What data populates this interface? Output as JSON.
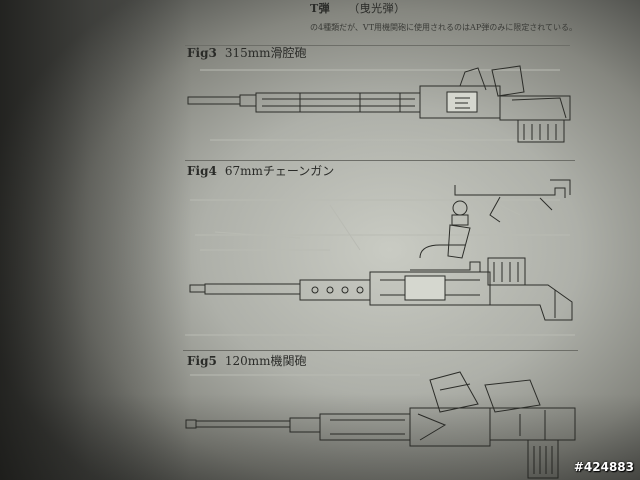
{
  "header": {
    "title": "T弾",
    "subtitle": "（曳光弾）",
    "note": "の4種類だが、VT用機関砲に使用されるのはAP弾のみに限定されている。"
  },
  "figures": [
    {
      "number": "Fig3",
      "caption": "315mm滑腔砲"
    },
    {
      "number": "Fig4",
      "caption": "67mmチェーンガン"
    },
    {
      "number": "Fig5",
      "caption": "120mm機関砲"
    }
  ],
  "watermark": "#424883"
}
